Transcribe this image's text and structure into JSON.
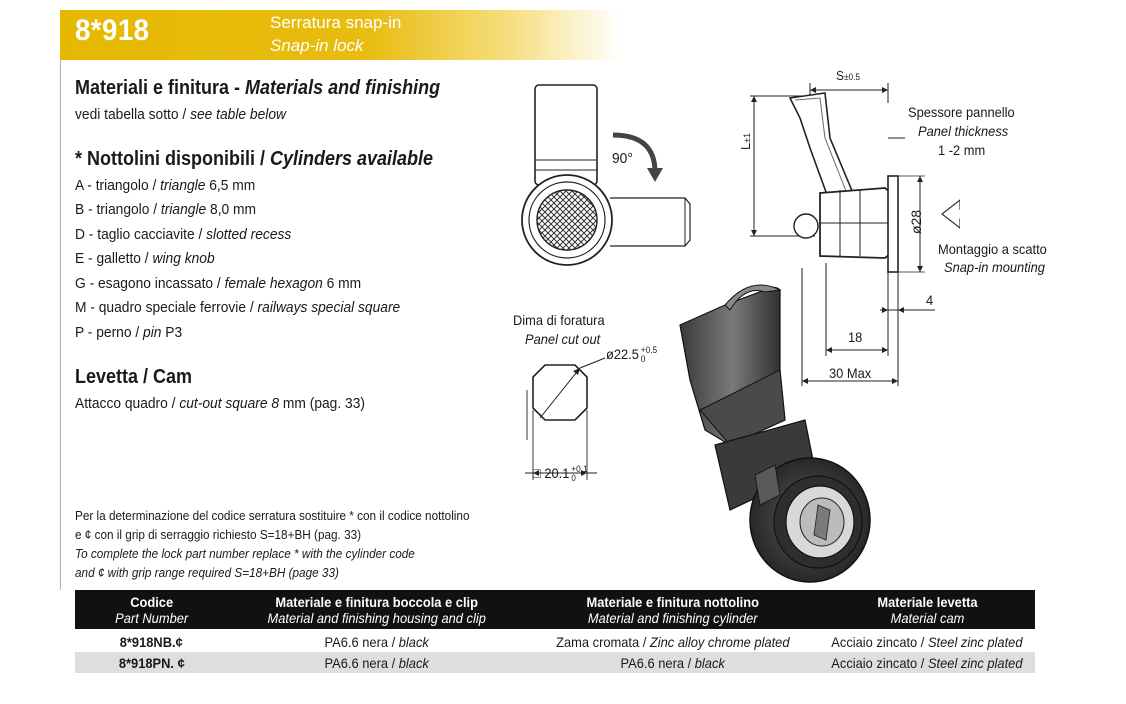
{
  "header": {
    "code": "8*918",
    "title_it": "Serratura snap-in",
    "title_en": "Snap-in lock"
  },
  "materials": {
    "heading_it": "Materiali e finitura - ",
    "heading_en": "Materials and finishing",
    "sub_it": "vedi tabella sotto / ",
    "sub_en": "see table below"
  },
  "cylinders": {
    "heading_it": "* Nottolini disponibili / ",
    "heading_en": "Cylinders available",
    "items": [
      {
        "it": "A - triangolo / ",
        "en": "triangle",
        "extra": " 6,5 mm"
      },
      {
        "it": "B - triangolo / ",
        "en": "triangle",
        "extra": " 8,0 mm"
      },
      {
        "it": "D - taglio cacciavite / ",
        "en": "slotted recess",
        "extra": ""
      },
      {
        "it": "E - galletto / ",
        "en": "wing knob",
        "extra": ""
      },
      {
        "it": "G - esagono incassato / ",
        "en": "female hexagon",
        "extra": " 6 mm"
      },
      {
        "it": "M - quadro speciale ferrovie / ",
        "en": "railways special square",
        "extra": ""
      },
      {
        "it": "P - perno / ",
        "en": "pin",
        "extra": " P3"
      }
    ]
  },
  "cam": {
    "heading": "Levetta / Cam",
    "line_it": "Attacco quadro / ",
    "line_en": "cut-out square 8",
    "line_extra": " mm (pag. 33)"
  },
  "note": {
    "l1": "Per la determinazione del codice serratura sostituire *  con il codice nottolino",
    "l2": "e ¢ con il grip di serraggio richiesto S=18+BH  (pag. 33)",
    "l3": "To complete the lock part number replace * with the cylinder code",
    "l4": "and ¢ with grip range required S=18+BH  (page 33)"
  },
  "drawing": {
    "rotation": "90°",
    "s_dim": "S",
    "s_tol": "±0.5",
    "l_dim": "L",
    "l_tol": "±1",
    "panel_it": "Spessore pannello",
    "panel_en": "Panel thickness",
    "panel_val": "1 -2 mm",
    "d28": "ø28",
    "mount_it": "Montaggio a scatto",
    "mount_en": "Snap-in mounting",
    "dim4": "4",
    "dim18": "18",
    "dim30": "30 Max",
    "cutout_it": "Dima di foratura",
    "cutout_en": "Panel cut out",
    "d225": "ø22.5",
    "d225_up": "+0.5",
    "d225_lo": "0",
    "sq201": "□ 20.1",
    "sq201_up": "+0.1",
    "sq201_lo": "0"
  },
  "table": {
    "headers": [
      {
        "it": "Codice",
        "en": "Part Number"
      },
      {
        "it": "Materiale e finitura boccola e clip",
        "en": "Material and finishing housing and clip"
      },
      {
        "it": "Materiale e finitura nottolino",
        "en": "Material and finishing cylinder"
      },
      {
        "it": "Materiale levetta",
        "en": "Material cam"
      }
    ],
    "rows": [
      {
        "code": "8*918NB.¢",
        "c1_it": "PA6.6 nera / ",
        "c1_en": "black",
        "c2_it": "Zama cromata / ",
        "c2_en": "Zinc alloy chrome plated",
        "c3_it": "Acciaio zincato / ",
        "c3_en": "Steel zinc plated"
      },
      {
        "code": "8*918PN. ¢",
        "c1_it": "PA6.6 nera / ",
        "c1_en": "black",
        "c2_it": "PA6.6 nera / ",
        "c2_en": "black",
        "c3_it": "Acciaio zincato / ",
        "c3_en": "Steel zinc plated"
      }
    ]
  }
}
